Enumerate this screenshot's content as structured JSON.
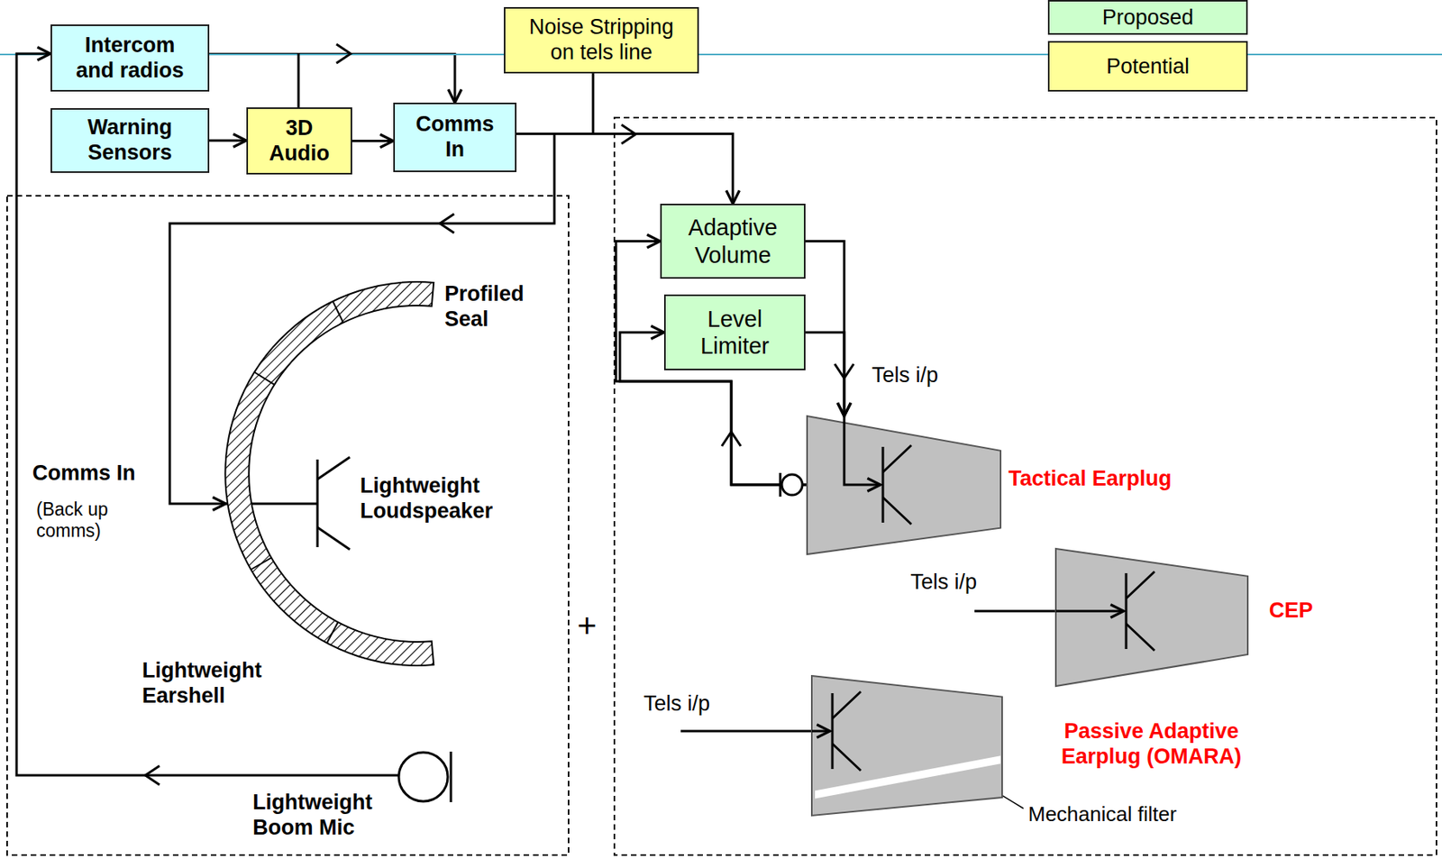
{
  "diagram": {
    "nodes": [
      {
        "text": [
          "Intercom and radios"
        ]
      },
      {
        "text": [
          "Noise Stripping on tels line"
        ]
      },
      {
        "text": [
          "Warning Sensors"
        ]
      },
      {
        "text": [
          "3D Audio"
        ]
      },
      {
        "text": [
          "Comms In"
        ]
      },
      {
        "text": [
          "Adaptive Volume"
        ]
      },
      {
        "text": [
          "Level Limiter"
        ]
      },
      {
        "text": [
          "Tactical Earplug"
        ]
      },
      {
        "text": [
          "CEP"
        ]
      },
      {
        "text": [
          "Passive Adaptive Earplug (OMARA)"
        ]
      }
    ],
    "edges": [
      {
        "from": 0,
        "to": 4,
        "arrow": "to"
      },
      {
        "from": 2,
        "to": 3,
        "arrow": "to"
      },
      {
        "from": 3,
        "to": 4,
        "arrow": "to"
      },
      {
        "from": 4,
        "to": 5,
        "arrow": "to"
      },
      {
        "from": 7,
        "to": 5,
        "arrow": "to"
      },
      {
        "from": 7,
        "to": 6,
        "arrow": "to"
      },
      {
        "from": 5,
        "to": 7,
        "arrow": "to"
      },
      {
        "from": 6,
        "to": 7,
        "arrow": "to"
      }
    ],
    "labels": [
      "Profiled Seal",
      "Lightweight Loudspeaker",
      "Comms In",
      "(Back up comms)",
      "Lightweight Earshell",
      "Lightweight Boom Mic",
      "Tels i/p",
      "Tels i/p",
      "Tels i/p",
      "+",
      "Mechanical filter"
    ],
    "legend": [
      {
        "text": "Proposed",
        "color": "#ccffcc"
      },
      {
        "text": "Potential",
        "color": "#ffff99"
      }
    ]
  }
}
